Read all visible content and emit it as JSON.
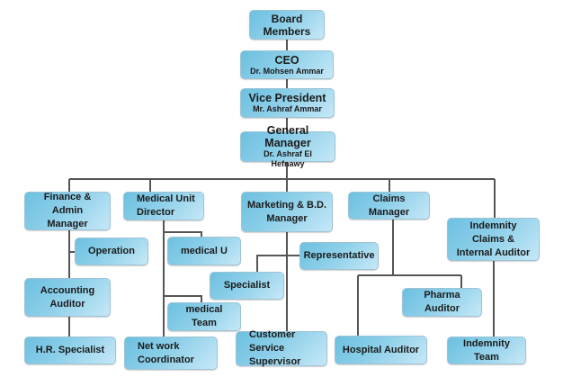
{
  "diagram": {
    "type": "org-chart",
    "line_color": "#555555",
    "box_color": "#8dcfe9",
    "nodes": {
      "board": {
        "title": "Board Members"
      },
      "ceo": {
        "title": "CEO",
        "subtitle": "Dr. Mohsen Ammar"
      },
      "vp": {
        "title": "Vice President",
        "subtitle": "Mr. Ashraf Ammar"
      },
      "gm": {
        "title": "General Manager",
        "subtitle": "Dr. Ashraf El Hefnawy"
      },
      "finance": {
        "title": "Finance & Admin Manager"
      },
      "operation": {
        "title": "Operation"
      },
      "accounting": {
        "title": "Accounting Auditor"
      },
      "hr": {
        "title": "H.R. Specialist"
      },
      "medical_director": {
        "title": "Medical Unit Director"
      },
      "medical_u": {
        "title": "medical U"
      },
      "medical_team": {
        "title": "medical Team"
      },
      "network": {
        "title": "Net work Coordinator"
      },
      "marketing": {
        "title": "Marketing & B.D. Manager"
      },
      "representative": {
        "title": "Representative"
      },
      "specialist": {
        "title": "Specialist"
      },
      "customer_service": {
        "title": "Customer Service Supervisor"
      },
      "claims": {
        "title": "Claims Manager"
      },
      "pharma": {
        "title": "Pharma Auditor"
      },
      "hospital": {
        "title": "Hospital Auditor"
      },
      "indemnity_claims": {
        "title": "Indemnity Claims & Internal Auditor"
      },
      "indemnity_team": {
        "title": "Indemnity Team"
      }
    },
    "edges": [
      [
        "board",
        "ceo"
      ],
      [
        "ceo",
        "vp"
      ],
      [
        "vp",
        "gm"
      ],
      [
        "gm",
        "finance"
      ],
      [
        "gm",
        "medical_director"
      ],
      [
        "gm",
        "marketing"
      ],
      [
        "gm",
        "claims"
      ],
      [
        "gm",
        "indemnity_claims"
      ],
      [
        "finance",
        "operation"
      ],
      [
        "finance",
        "accounting"
      ],
      [
        "accounting",
        "hr"
      ],
      [
        "medical_director",
        "medical_u"
      ],
      [
        "medical_director",
        "medical_team"
      ],
      [
        "medical_director",
        "network"
      ],
      [
        "marketing",
        "representative"
      ],
      [
        "marketing",
        "specialist"
      ],
      [
        "marketing",
        "customer_service"
      ],
      [
        "claims",
        "pharma"
      ],
      [
        "claims",
        "hospital"
      ],
      [
        "indemnity_claims",
        "indemnity_team"
      ]
    ]
  }
}
